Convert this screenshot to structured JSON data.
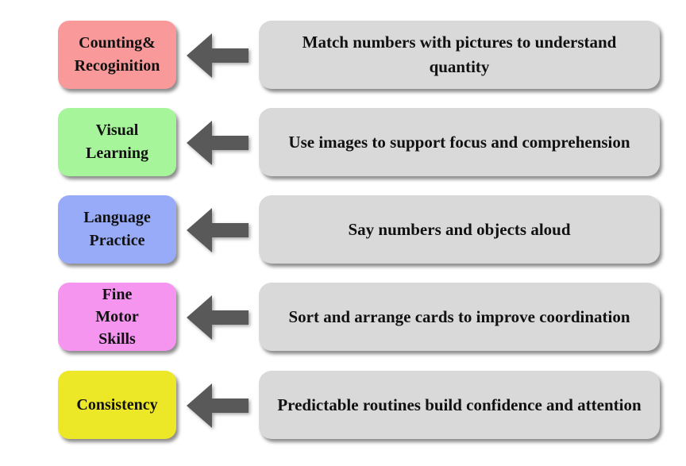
{
  "diagram": {
    "rows": [
      {
        "label": "Counting&\nRecoginition",
        "color": "#f9999a",
        "description": "Match numbers with pictures to understand quantity"
      },
      {
        "label": "Visual\nLearning",
        "color": "#a6f59a",
        "description": "Use images to support focus and comprehension"
      },
      {
        "label": "Language\nPractice",
        "color": "#98abf9",
        "description": "Say numbers and objects aloud"
      },
      {
        "label": "Fine\nMotor\nSkills",
        "color": "#f695ef",
        "description": "Sort and arrange cards to improve coordination"
      },
      {
        "label": "Consistency",
        "color": "#ece827",
        "description": "Predictable routines build confidence and attention"
      }
    ],
    "arrow_color": "#595959",
    "description_box_color": "#d9d9d9"
  }
}
